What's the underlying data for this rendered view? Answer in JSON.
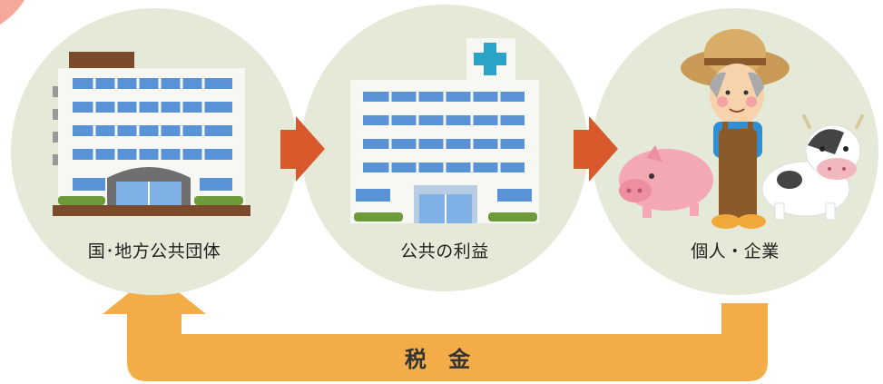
{
  "nodes": [
    {
      "id": "government",
      "label": "国･地方公共団体",
      "icon": "government-building-icon"
    },
    {
      "id": "public-benefit",
      "label": "公共の利益",
      "icon": "hospital-icon"
    },
    {
      "id": "individuals-companies",
      "label": "個人・企業",
      "icon": "farmer-with-pig-and-cow-icon"
    }
  ],
  "flow": {
    "return_label": "税 金"
  },
  "colors": {
    "circle": "#e4ead7",
    "arrow_small": "#d9582c",
    "arrow_return": "#f2ad48",
    "corner_accent": "#f6a89a"
  }
}
